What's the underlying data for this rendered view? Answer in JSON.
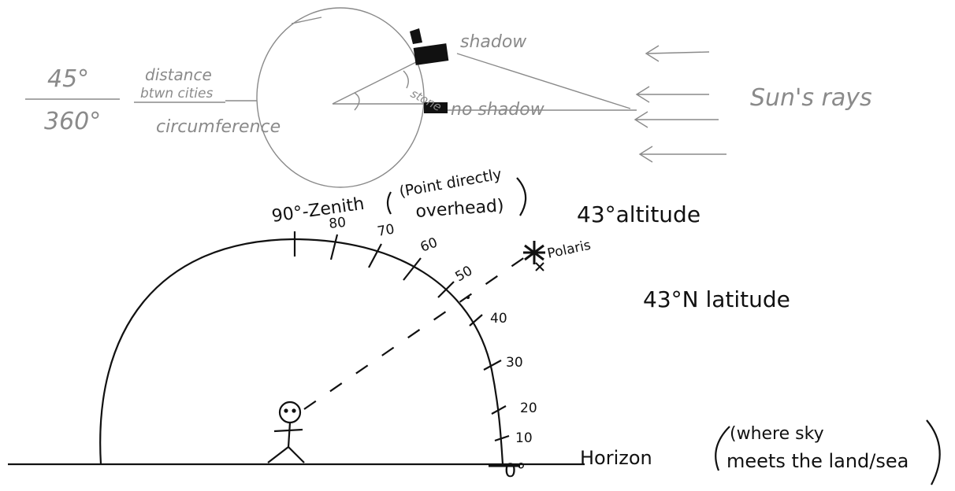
{
  "colors": {
    "ink": "#111111",
    "pencil": "#8a8a8a",
    "paper": "#ffffff"
  },
  "top_sketch": {
    "fraction_numerator": "45°",
    "fraction_denominator": "360°",
    "distance_label_line1": "distance",
    "distance_label_line2": "btwn cities",
    "circumference_label": "circumference",
    "shadow_label": "shadow",
    "no_shadow_label": "no shadow",
    "stone_label": "stone",
    "sun_rays_label": "Sun's rays"
  },
  "bottom_sketch": {
    "zenith_label": "90°-Zenith",
    "zenith_note_line1": "(Point directly",
    "zenith_note_line2": "overhead)",
    "altitude_label": "43°altitude",
    "polaris_label": "Polaris",
    "latitude_label": "43°N latitude",
    "horizon_label": "Horizon",
    "horizon_note_line1": "(where sky",
    "horizon_note_line2": "meets the land/sea",
    "degree_marks": [
      "0°",
      "10",
      "20",
      "30",
      "40",
      "50",
      "60",
      "70",
      "80"
    ]
  }
}
